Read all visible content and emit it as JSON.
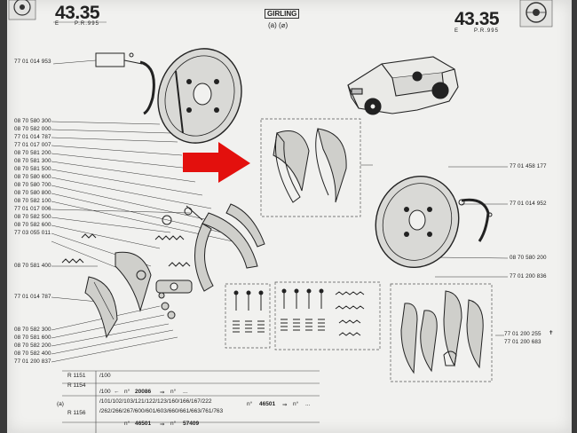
{
  "header": {
    "page_number_left": "43.35",
    "sub_left_e": "E",
    "sub_left_ref": "P.R.995",
    "page_number_right": "43.35",
    "sub_right_e": "E",
    "sub_right_ref": "P.R.995",
    "brand": "GIRLING",
    "variant_label": "(a) (⌀)"
  },
  "left_column_refs": [
    "08 70 580 300",
    "08 70 582 000",
    "77 01 014 787",
    "77 01 017 007",
    "08 70 581 200",
    "08 70 581 300",
    "08 70 581 500",
    "08 70 580 600",
    "08 70 580 700",
    "08 70 580 800",
    "08 70 582 100",
    "77 01 017 006",
    "08 70 582 500",
    "08 70 582 600",
    "77 03 055 011"
  ],
  "refs": {
    "top_left": "77 01 014 953",
    "mid_left_a": "08 70 581 400",
    "mid_left_b": "77 01 014 787",
    "bottom_left": [
      "08 70 582 300",
      "08 70 581 600",
      "08 70 582 200",
      "08 70 582 400",
      "77 01 200 837"
    ],
    "right_kit": "77 01 458 177",
    "right_cylinder": "77 01 014 952",
    "right_a": "08 70 580 200",
    "right_b": "77 01 200 836",
    "right_lining_a": "77 01 200 255",
    "right_lining_a_mark": "✝",
    "right_lining_b": "77 01 200 683"
  },
  "footer": {
    "r1151": "R 1151",
    "r1151_val": "/100",
    "r1154": "R 1154",
    "row_a_val": "/100",
    "row_a_symbol": "←",
    "row_a_n": "n°",
    "row_a_num": "20086",
    "row_a_arrow": "⇒",
    "row_a_n2": "n°",
    "row_a_tail": "...",
    "variant": "(a)",
    "models_1": "/101/102/103/121/122/123/160/166/167/222",
    "r1156": "R 1156",
    "models_2": "/262/266/267/600/601/603/660/661/663/761/763",
    "row_c_n": "n°",
    "row_c_num": "46501",
    "row_c_arrow": "⇒",
    "row_c_n2": "n°",
    "row_c_tail": "...",
    "row_d_n": "n°",
    "row_d_num": "46501",
    "row_d_arrow": "⇒",
    "row_d_n2": "n°",
    "row_d_num2": "57409"
  },
  "colors": {
    "paper": "#f1f1ef",
    "ink": "#222222",
    "arrow": "#e3100d",
    "background": "#3a3a3a"
  },
  "icons": [
    "red-arrow-icon",
    "wheel-emblem-icon"
  ]
}
